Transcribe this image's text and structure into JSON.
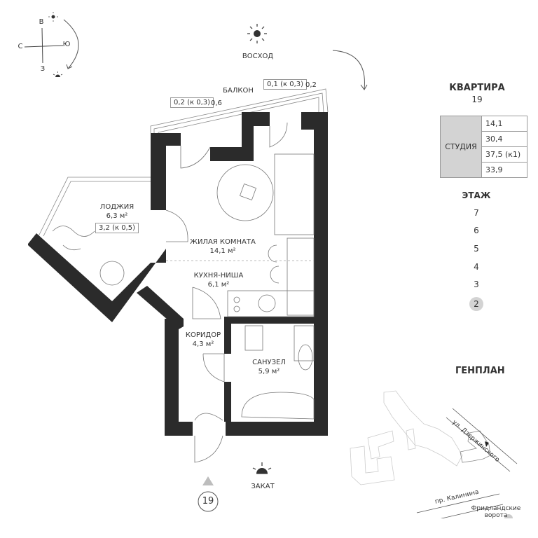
{
  "compass": {
    "north": "С",
    "east": "В",
    "south": "Ю",
    "west": "З",
    "sunrise_icon": "sun-icon",
    "sunset_icon": "sunset-icon"
  },
  "sunrise_label": "ВОСХОД",
  "sunset_label": "ЗАКАТ",
  "balcony": {
    "label": "БАЛКОН",
    "left_box": "0,2 (к 0,3)",
    "left_value": "0,6",
    "right_box": "0,1 (к 0,3)",
    "right_value": "0,2"
  },
  "rooms": {
    "loggia": {
      "name": "ЛОДЖИЯ",
      "area": "6,3 м²",
      "coef": "3,2 (к 0,5)"
    },
    "living": {
      "name": "ЖИЛАЯ КОМНАТА",
      "area": "14,1 м²"
    },
    "kitchen": {
      "name": "КУХНЯ-НИША",
      "area": "6,1 м²"
    },
    "corridor": {
      "name": "КОРИДОР",
      "area": "4,3 м²"
    },
    "bathroom": {
      "name": "САНУЗЕЛ",
      "area": "5,9 м²"
    }
  },
  "entrance_number": "19",
  "apartment": {
    "title": "КВАРТИРА",
    "number": "19",
    "type": "СТУДИЯ",
    "values": [
      "14,1",
      "30,4",
      "37,5 (к1)",
      "33,9"
    ]
  },
  "floors": {
    "title": "ЭТАЖ",
    "items": [
      "7",
      "6",
      "5",
      "4",
      "3",
      "2"
    ],
    "active": "2"
  },
  "genplan": {
    "title": "ГЕНПЛАН",
    "street1": "ул. Дзержинского",
    "street2": "пр. Калинина",
    "landmark": "Фридландские ворота"
  },
  "colors": {
    "wall": "#2b2b2b",
    "accent": "#d3d3d3",
    "line": "#999999"
  }
}
